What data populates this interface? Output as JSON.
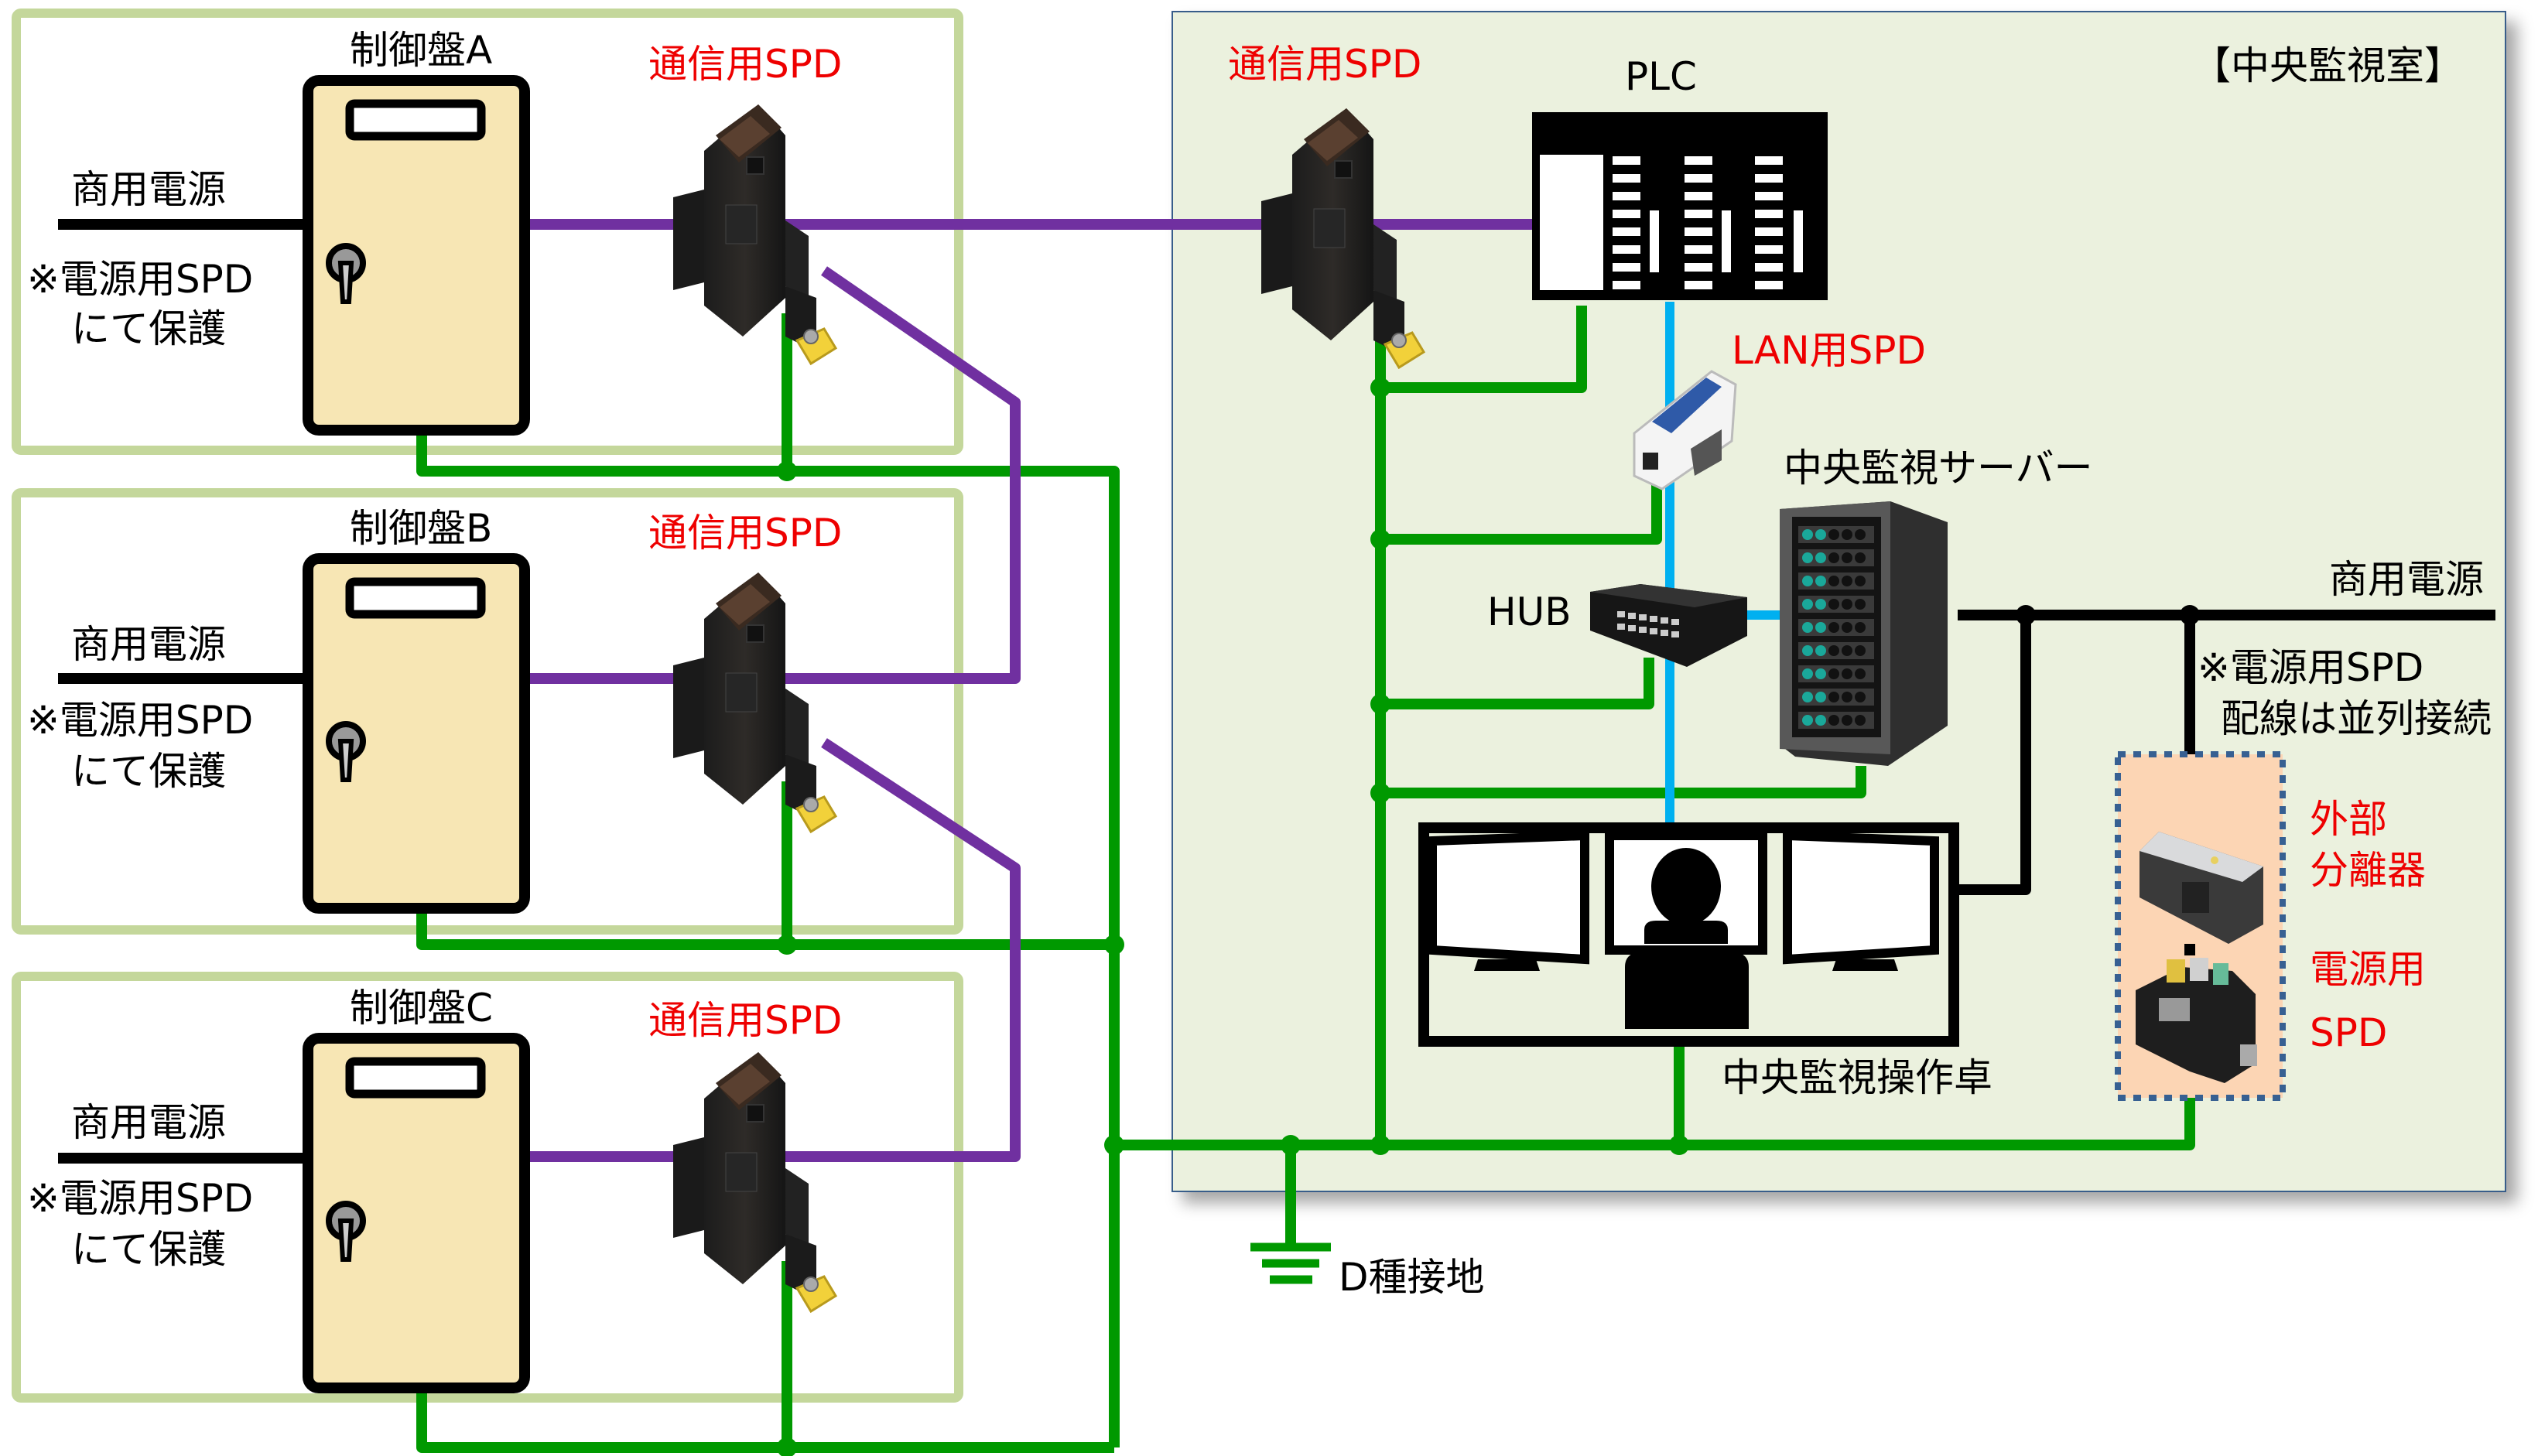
{
  "colors": {
    "ground_wire": "#009900",
    "comm_wire": "#7030a0",
    "lan_wire": "#00b0f0",
    "power_wire": "#000000",
    "panel_border": "#c4d79b",
    "room_fill": "#ebf1de",
    "label_red": "#ee0000",
    "cabinet_fill": "#f7e6b4",
    "spd_box_fill": "#fcd5b4",
    "spd_box_border": "#376092"
  },
  "panels": [
    {
      "title": "制御盤A",
      "spd_label": "通信用SPD",
      "power_label": "商用電源",
      "note_line1": "※電源用SPD",
      "note_line2": "にて保護"
    },
    {
      "title": "制御盤B",
      "spd_label": "通信用SPD",
      "power_label": "商用電源",
      "note_line1": "※電源用SPD",
      "note_line2": "にて保護"
    },
    {
      "title": "制御盤C",
      "spd_label": "通信用SPD",
      "power_label": "商用電源",
      "note_line1": "※電源用SPD",
      "note_line2": "にて保護"
    }
  ],
  "room": {
    "title": "【中央監視室】",
    "comm_spd_label": "通信用SPD",
    "plc_label": "PLC",
    "lan_spd_label": "LAN用SPD",
    "server_label": "中央監視サーバー",
    "hub_label": "HUB",
    "power_label": "商用電源",
    "power_note_line1": "※電源用SPD",
    "power_note_line2": "配線は並列接続",
    "separator_label_line1": "外部",
    "separator_label_line2": "分離器",
    "power_spd_label_line1": "電源用",
    "power_spd_label_line2": "SPD",
    "console_label": "中央監視操作卓"
  },
  "ground": {
    "label": "D種接地"
  }
}
